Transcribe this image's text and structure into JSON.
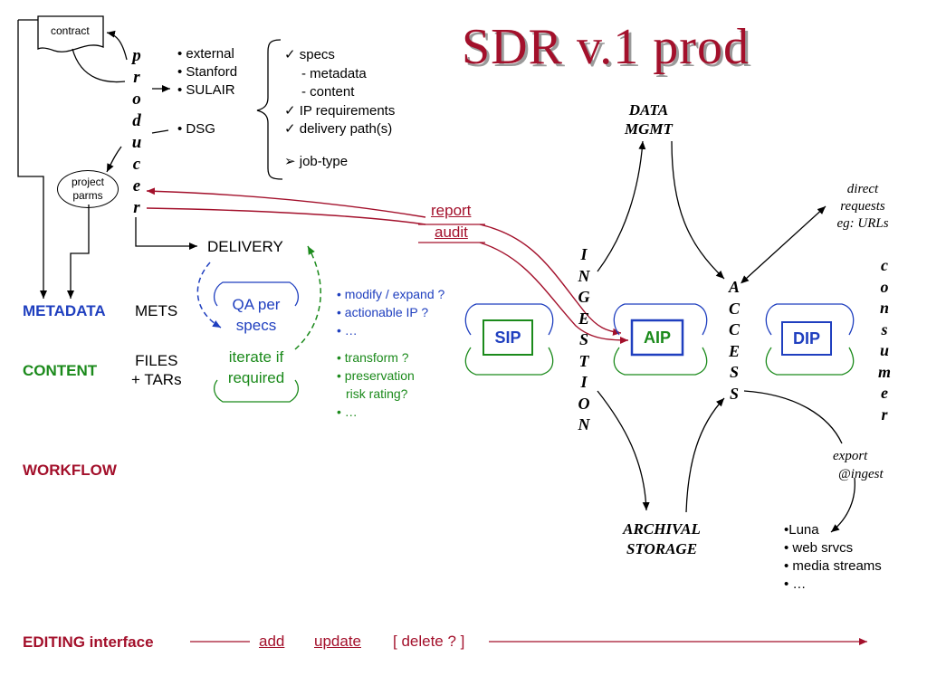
{
  "title": "SDR v.1 prod",
  "contract": "contract",
  "producer_letters": [
    "p",
    "r",
    "o",
    "d",
    "u",
    "c",
    "e",
    "r"
  ],
  "project_parms": [
    "project",
    "parms"
  ],
  "producer_types": [
    "• external",
    "• Stanford",
    "• SULAIR"
  ],
  "producer_dsg": "• DSG",
  "requirements": [
    "✓ specs",
    "- metadata",
    "- content",
    "✓ IP requirements",
    "✓ delivery path(s)"
  ],
  "job_type": "➢ job-type",
  "delivery": "DELIVERY",
  "report": "report",
  "audit": "audit",
  "metadata_label": "METADATA",
  "content_label": "CONTENT",
  "workflow_label": "WORKFLOW",
  "mets": "METS",
  "files": [
    "FILES",
    "+ TARs"
  ],
  "qa": [
    "QA per",
    "specs"
  ],
  "iterate": [
    "iterate if",
    "required"
  ],
  "blue_bullets": [
    "• modify / expand ?",
    "• actionable IP ?",
    "• …"
  ],
  "green_bullets": [
    "• transform ?",
    "• preservation",
    "risk rating?",
    "• …"
  ],
  "ingestion_letters": [
    "I",
    "N",
    "G",
    "E",
    "S",
    "T",
    "I",
    "O",
    "N"
  ],
  "access_letters": [
    "A",
    "C",
    "C",
    "E",
    "S",
    "S"
  ],
  "consumer_letters": [
    "c",
    "o",
    "n",
    "s",
    "u",
    "m",
    "e",
    "r"
  ],
  "data_mgmt": [
    "DATA",
    "MGMT"
  ],
  "archival_storage": [
    "ARCHIVAL",
    "STORAGE"
  ],
  "sip": "SIP",
  "aip": "AIP",
  "dip": "DIP",
  "direct_requests": [
    "direct",
    "requests",
    "eg: URLs"
  ],
  "export": [
    "export",
    "@ingest"
  ],
  "outputs": [
    "•Luna",
    "• web srvcs",
    "• media streams",
    "• …"
  ],
  "editing_interface": "EDITING interface",
  "add": "add",
  "update": "update",
  "delete": "[ delete ? ]",
  "colors": {
    "dark_red": "#a3102b",
    "blue": "#1f3fbf",
    "green": "#1b8a1b"
  }
}
